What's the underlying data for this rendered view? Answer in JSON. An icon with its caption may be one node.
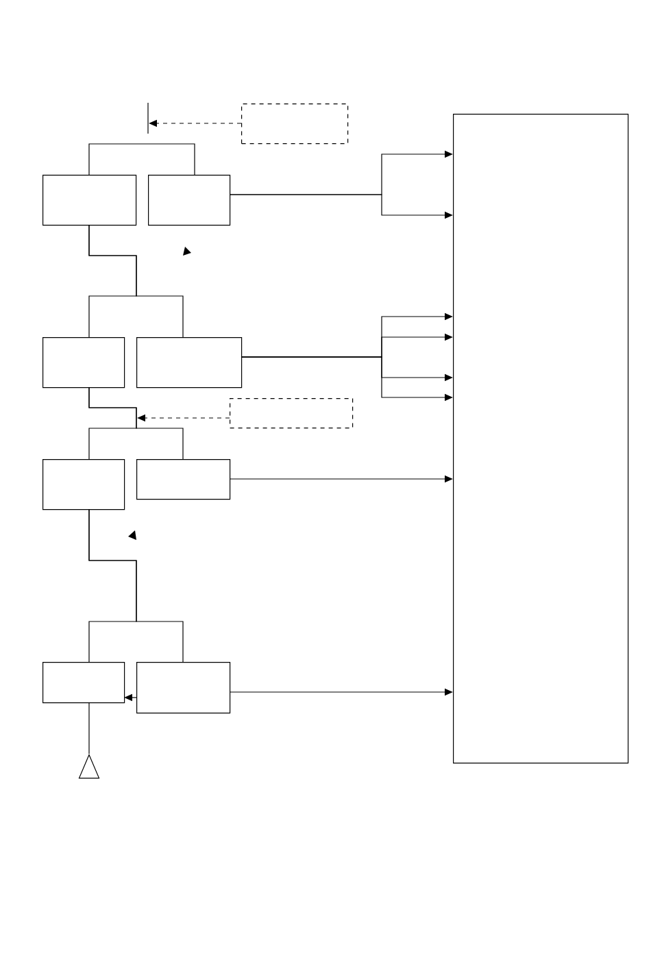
{
  "diagram": {
    "nodes": [
      {
        "text": [],
        "shape": "box"
      },
      {
        "text": [],
        "shape": "box"
      },
      {
        "text": [],
        "shape": "box"
      },
      {
        "text": [],
        "shape": "box"
      },
      {
        "text": [],
        "shape": "box"
      },
      {
        "text": [],
        "shape": "box"
      },
      {
        "text": [],
        "shape": "box"
      },
      {
        "text": [],
        "shape": "box"
      },
      {
        "text": [],
        "shape": "box"
      },
      {
        "text": [],
        "shape": "box"
      },
      {
        "text": [],
        "shape": "box"
      },
      {
        "text": [],
        "shape": "triangle"
      }
    ],
    "edges": [
      {
        "from": 0,
        "to": null,
        "arrow": "to",
        "style": "dashed"
      },
      {
        "from": 1,
        "to": 2,
        "arrow": "none"
      },
      {
        "from": 1,
        "to": 3,
        "arrow": "none"
      },
      {
        "from": 1,
        "to": 4,
        "arrow": "none"
      },
      {
        "from": 2,
        "to": 10,
        "arrow": "to"
      },
      {
        "from": 2,
        "to": 10,
        "arrow": "to"
      },
      {
        "from": 4,
        "to": 10,
        "arrow": "to"
      },
      {
        "from": 4,
        "to": 10,
        "arrow": "to"
      },
      {
        "from": 4,
        "to": 10,
        "arrow": "to"
      },
      {
        "from": 4,
        "to": 10,
        "arrow": "to"
      },
      {
        "from": 3,
        "to": 6,
        "arrow": "none"
      },
      {
        "from": 3,
        "to": 7,
        "arrow": "none"
      },
      {
        "from": 5,
        "to": null,
        "arrow": "to",
        "style": "dashed"
      },
      {
        "from": 7,
        "to": 10,
        "arrow": "to"
      },
      {
        "from": 6,
        "to": 8,
        "arrow": "none"
      },
      {
        "from": 6,
        "to": 9,
        "arrow": "none"
      },
      {
        "from": 9,
        "to": 10,
        "arrow": "to"
      },
      {
        "from": 8,
        "to": 11,
        "arrow": "none"
      },
      {
        "from": 9,
        "to": 8,
        "arrow": "to"
      }
    ]
  }
}
